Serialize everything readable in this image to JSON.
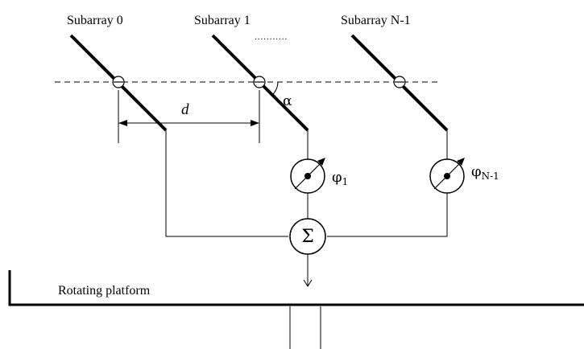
{
  "labels": {
    "subarray_0": "Subarray 0",
    "subarray_1": "Subarray 1",
    "subarray_last": "Subarray N-1",
    "ellipsis": "...........",
    "spacing": "d",
    "angle": "α",
    "phase_1_symbol": "φ",
    "phase_1_subscript": "1",
    "phase_last_symbol": "φ",
    "phase_last_subscript": "N-1",
    "summer": "Σ",
    "platform": "Rotating platform"
  }
}
